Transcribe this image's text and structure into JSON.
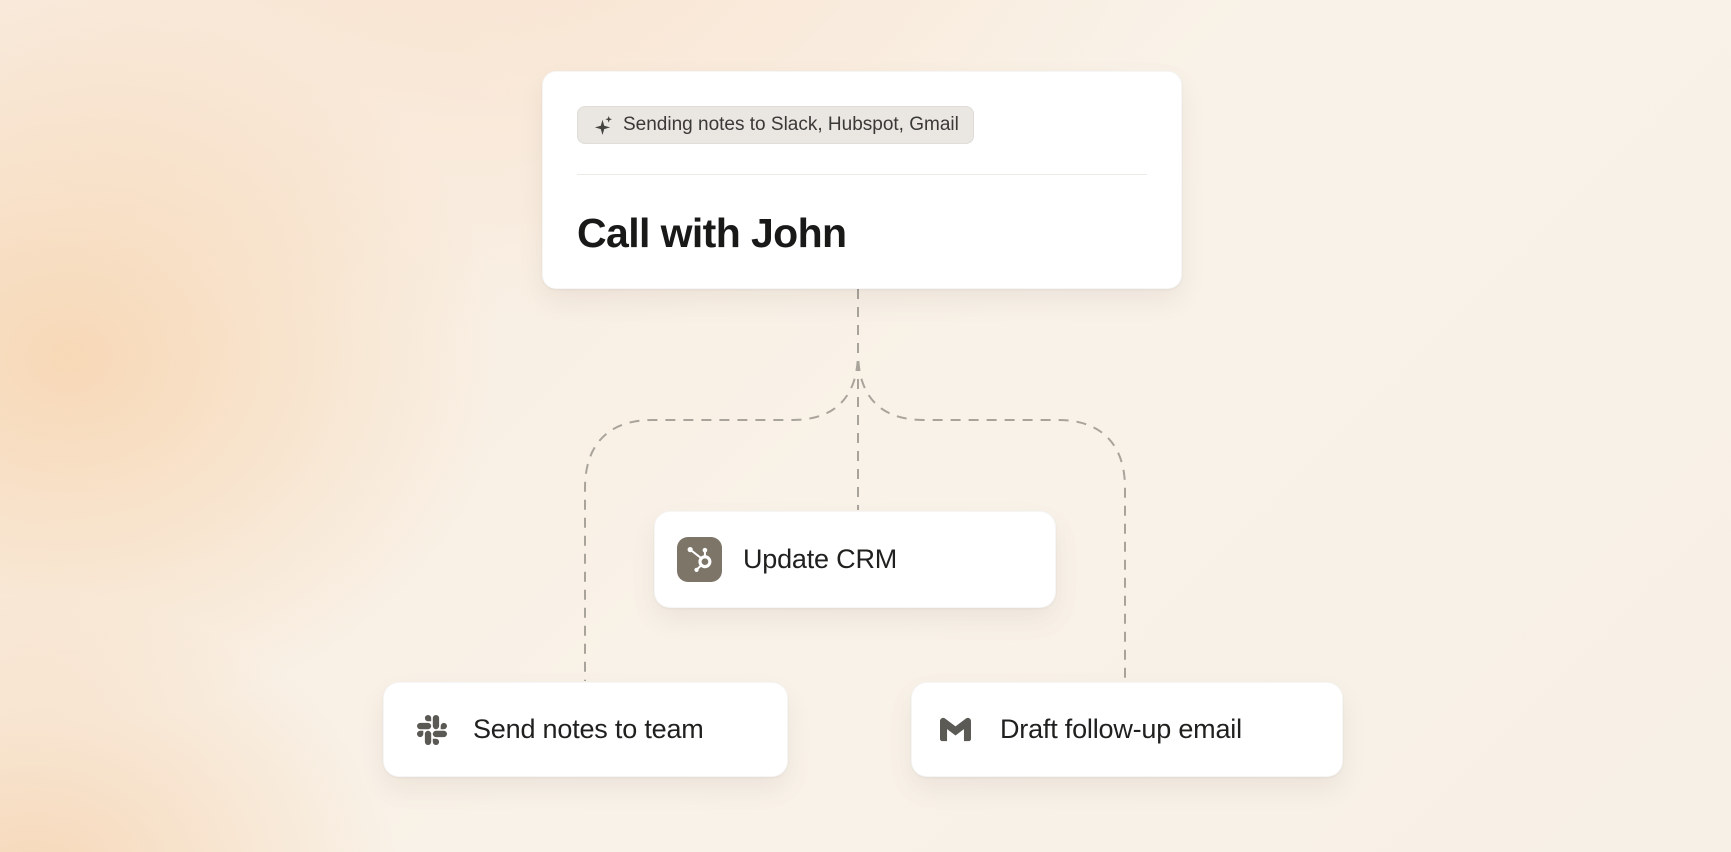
{
  "note_card": {
    "badge": {
      "icon": "sparkle-icon",
      "label": "Sending notes to Slack, Hubspot, Gmail"
    },
    "title": "Call with John"
  },
  "nodes": [
    {
      "id": "update-crm",
      "icon": "hubspot-icon",
      "label": "Update CRM"
    },
    {
      "id": "send-notes",
      "icon": "slack-icon",
      "label": "Send notes to team"
    },
    {
      "id": "draft-email",
      "icon": "gmail-icon",
      "label": "Draft follow-up email"
    }
  ],
  "connectors": {
    "style": "dashed",
    "color": "#a8a49c"
  },
  "colors": {
    "background_base": "#f9f2e8",
    "background_glow": "#f6c38c",
    "card_bg": "#ffffff",
    "badge_bg": "#eae7e2",
    "text_primary": "#191918",
    "text_secondary": "#3a3937",
    "hubspot_tile": "#7e7569",
    "icon_gray": "#5a5954"
  }
}
